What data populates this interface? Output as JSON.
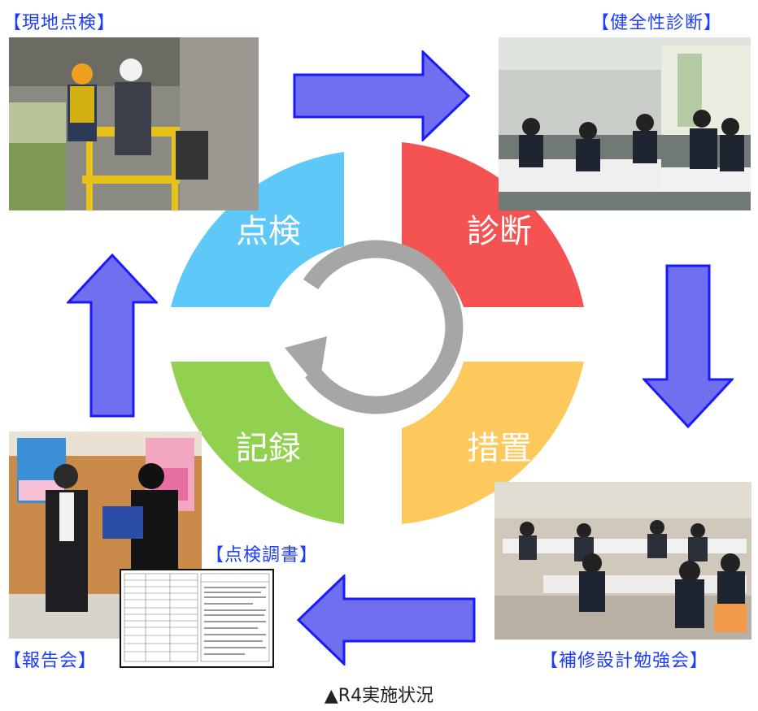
{
  "labels": {
    "inspection_site": "【現地点検】",
    "soundness_diagnosis": "【健全性診断】",
    "inspection_report": "【点検調書】",
    "report_meeting": "【報告会】",
    "repair_design_study": "【補修設計勉強会】"
  },
  "cycle": {
    "segments": [
      {
        "label": "点検",
        "color": "#5ec8f8"
      },
      {
        "label": "診断",
        "color": "#f55252"
      },
      {
        "label": "措置",
        "color": "#fdc95c"
      },
      {
        "label": "記録",
        "color": "#92d050"
      }
    ],
    "center_arrow_color": "#a6a6a6"
  },
  "arrow_color": "#6f6ff0",
  "caption": "▲R4実施状況"
}
